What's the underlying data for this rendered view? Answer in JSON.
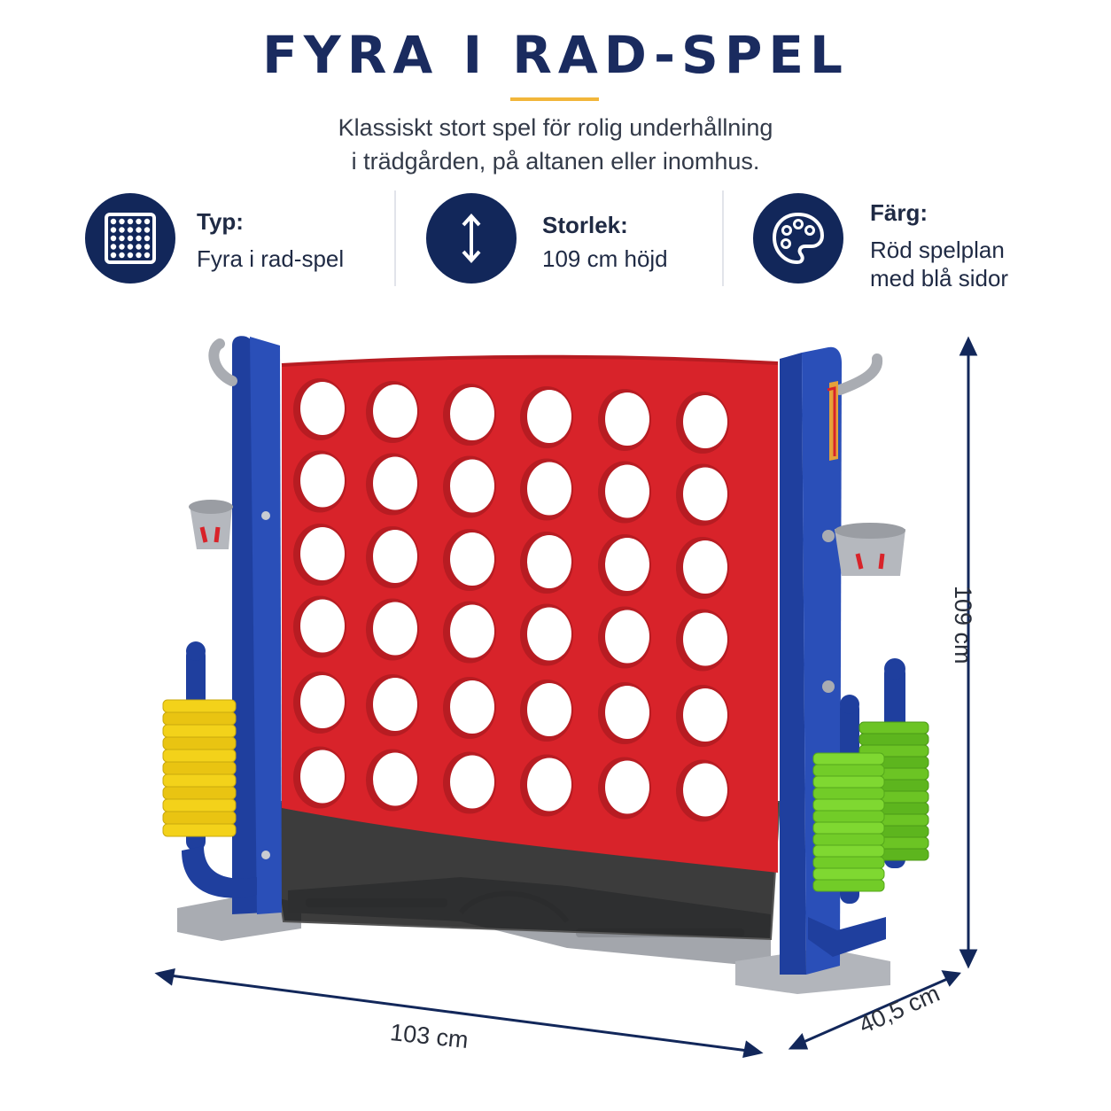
{
  "header": {
    "title": "FYRA I RAD-SPEL",
    "subtitle_line1": "Klassiskt stort spel för rolig underhållning",
    "subtitle_line2": "i trädgården, på altanen eller inomhus."
  },
  "features": [
    {
      "icon": "grid-icon",
      "label": "Typ:",
      "value_line1": "Fyra i rad-spel",
      "value_line2": ""
    },
    {
      "icon": "up-down-arrow-icon",
      "label": "Storlek:",
      "value_line1": "109 cm höjd",
      "value_line2": ""
    },
    {
      "icon": "palette-icon",
      "label": "Färg:",
      "value_line1": "Röd spelplan",
      "value_line2": "med blå sidor"
    }
  ],
  "dimensions": {
    "width": "103 cm",
    "depth": "40,5 cm",
    "height": "109 cm"
  },
  "colors": {
    "navy": "#12275a",
    "accent": "#f2b63a",
    "board_red": "#d8232a",
    "frame_blue": "#1f3f9e",
    "base_gray": "#a9acb2",
    "yellow_discs": "#f3d21a",
    "green_discs": "#6cc424"
  }
}
